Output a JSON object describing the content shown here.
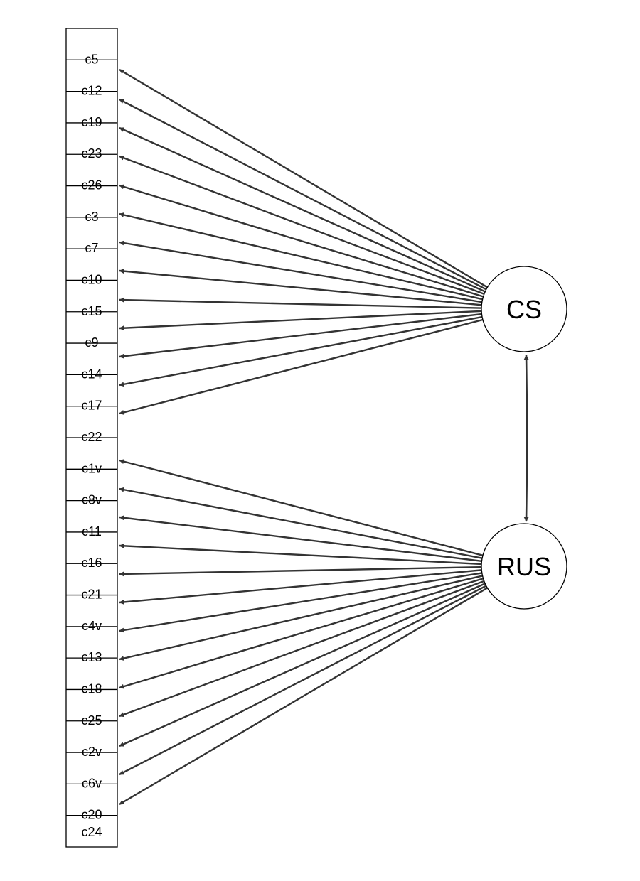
{
  "diagram": {
    "indicators": [
      "c5",
      "c12",
      "c19",
      "c23",
      "c26",
      "c3",
      "c7",
      "c10",
      "c15",
      "c9",
      "c14",
      "c17",
      "c22",
      "c1v",
      "c8v",
      "c11",
      "c16",
      "c21",
      "c4v",
      "c13",
      "c18",
      "c25",
      "c2v",
      "c6v",
      "c20",
      "c24"
    ],
    "latents": [
      {
        "id": "CS",
        "label": "CS",
        "indicators": [
          "c5",
          "c12",
          "c19",
          "c23",
          "c26",
          "c3",
          "c7",
          "c10",
          "c15",
          "c9",
          "c14",
          "c17",
          "c22"
        ]
      },
      {
        "id": "RUS",
        "label": "RUS",
        "indicators": [
          "c1v",
          "c8v",
          "c11",
          "c16",
          "c21",
          "c4v",
          "c13",
          "c18",
          "c25",
          "c2v",
          "c6v",
          "c20",
          "c24"
        ]
      }
    ],
    "covariances": [
      {
        "from": "CS",
        "to": "RUS"
      }
    ],
    "colors": {
      "line": "#333333",
      "stroke": "#000000"
    }
  }
}
